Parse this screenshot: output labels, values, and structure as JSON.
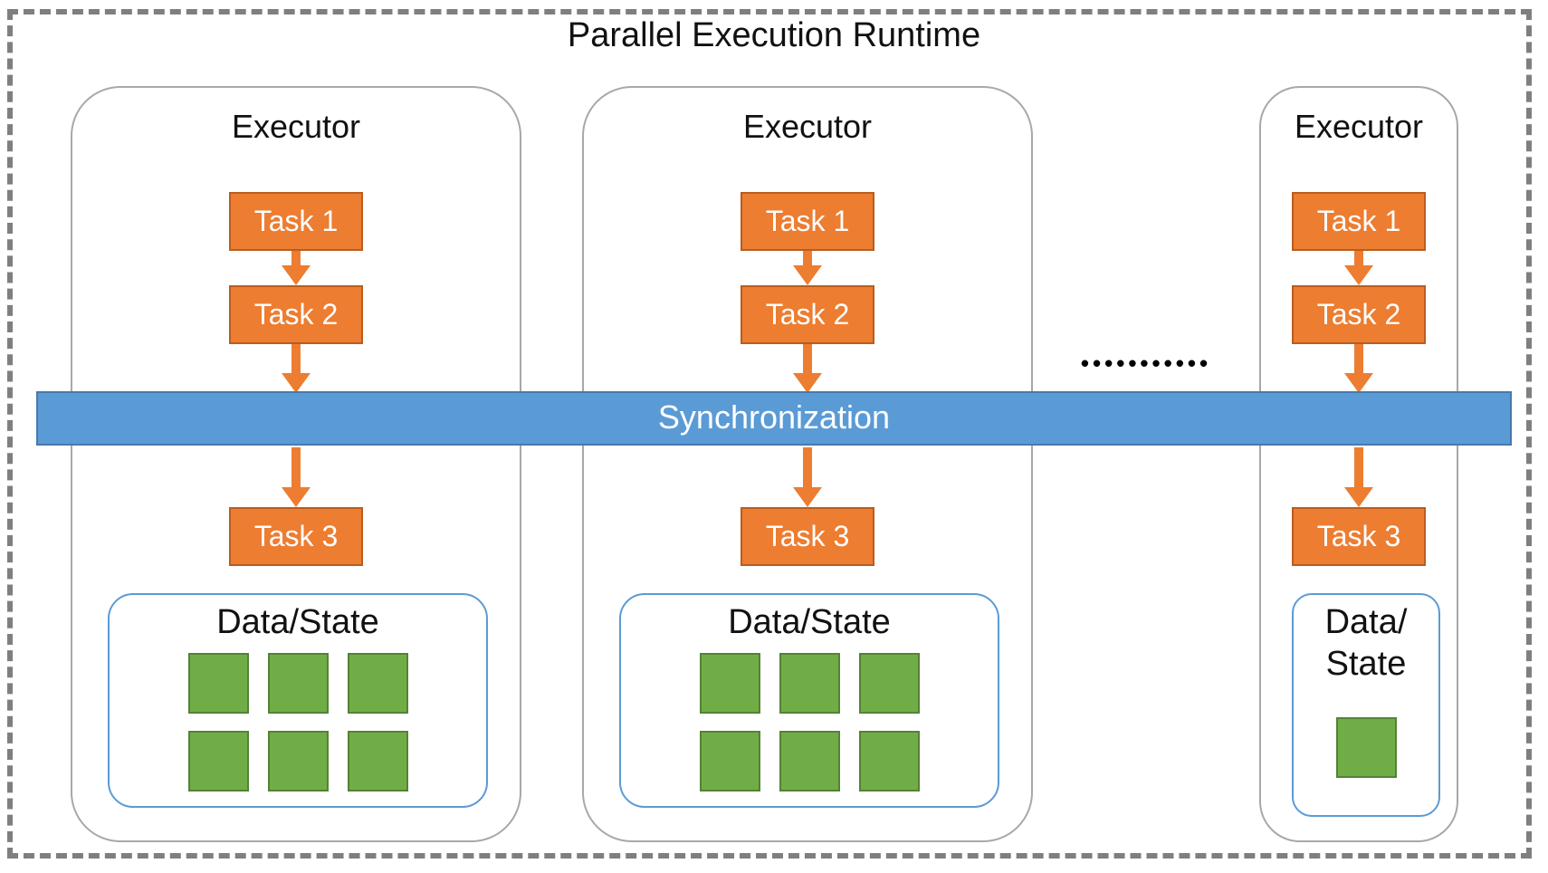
{
  "title": "Parallel Execution Runtime",
  "sync_bar": {
    "label": "Synchronization"
  },
  "ellipsis_dots": "•••••••••••",
  "executors": [
    {
      "label": "Executor",
      "tasks": [
        "Task 1",
        "Task 2",
        "Task 3"
      ],
      "data_state": {
        "label": "Data/State",
        "blocks": 6,
        "columns": 3
      }
    },
    {
      "label": "Executor",
      "tasks": [
        "Task 1",
        "Task 2",
        "Task 3"
      ],
      "data_state": {
        "label": "Data/State",
        "blocks": 6,
        "columns": 3
      }
    },
    {
      "label": "Executor",
      "tasks": [
        "Task 1",
        "Task 2",
        "Task 3"
      ],
      "data_state": {
        "label": "Data/\nState",
        "blocks": 1,
        "columns": 1
      }
    }
  ],
  "colors": {
    "task_fill": "#ed7d31",
    "task_border": "#b85d1f",
    "arrow": "#ed7d31",
    "sync_fill": "#5b9bd5",
    "sync_border": "#4779ad",
    "block_fill": "#70ad47",
    "block_border": "#548235",
    "executor_border": "#a8a8a8",
    "data_state_border": "#5b9bd5",
    "outer_border": "#7f7f7f"
  }
}
